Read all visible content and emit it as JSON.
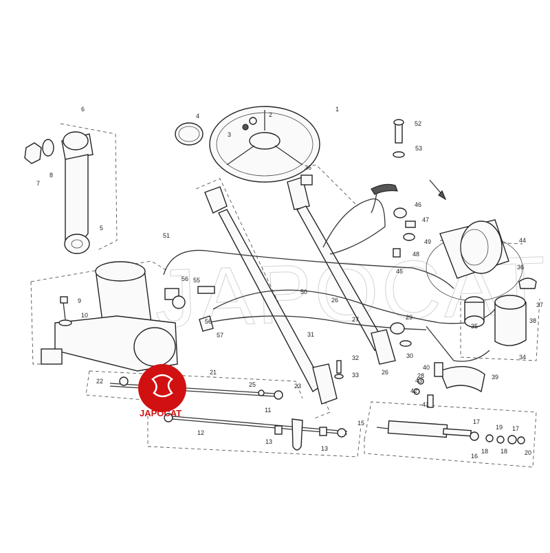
{
  "watermark": "JAPOCAT",
  "logo": {
    "text": "JAPOCAT",
    "color": "#d11111"
  },
  "callouts": [
    "1",
    "2",
    "3",
    "4",
    "5",
    "6",
    "7",
    "8",
    "9",
    "10",
    "11",
    "12",
    "13",
    "13",
    "15",
    "16",
    "17",
    "17",
    "18",
    "18",
    "19",
    "20",
    "21",
    "22",
    "23",
    "25",
    "26",
    "26",
    "27",
    "28",
    "29",
    "30",
    "31",
    "32",
    "33",
    "34",
    "35",
    "36",
    "36",
    "37",
    "38",
    "39",
    "40",
    "41",
    "42",
    "43",
    "44",
    "45",
    "46",
    "47",
    "48",
    "49",
    "50",
    "51",
    "52",
    "53",
    "56",
    "56",
    "55",
    "57"
  ]
}
